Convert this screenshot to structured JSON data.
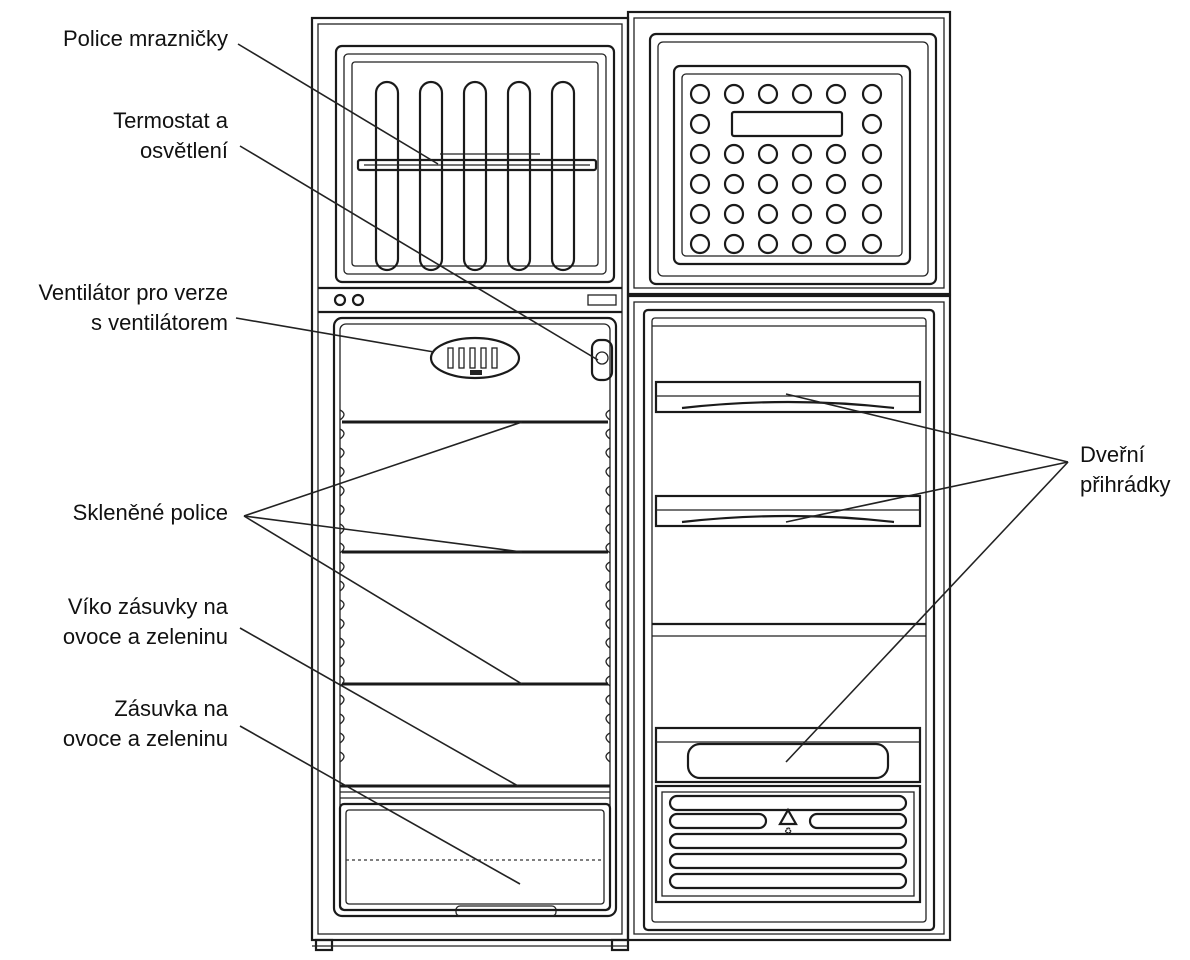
{
  "labels": {
    "freezer_shelf": "Police mrazničky",
    "thermostat_line1": "Termostat a",
    "thermostat_line2": "osvětlení",
    "fan_line1": "Ventilátor pro verze",
    "fan_line2": "s ventilátorem",
    "glass_shelves": "Skleněné police",
    "crisper_lid_line1": "Víko zásuvky na",
    "crisper_lid_line2": "ovoce a zeleninu",
    "crisper_line1": "Zásuvka na",
    "crisper_line2": "ovoce a zeleninu",
    "door_bins_line1": "Dveřní",
    "door_bins_line2": "přihrádky"
  },
  "colors": {
    "line": "#222222",
    "text": "#111111",
    "background": "#ffffff"
  }
}
